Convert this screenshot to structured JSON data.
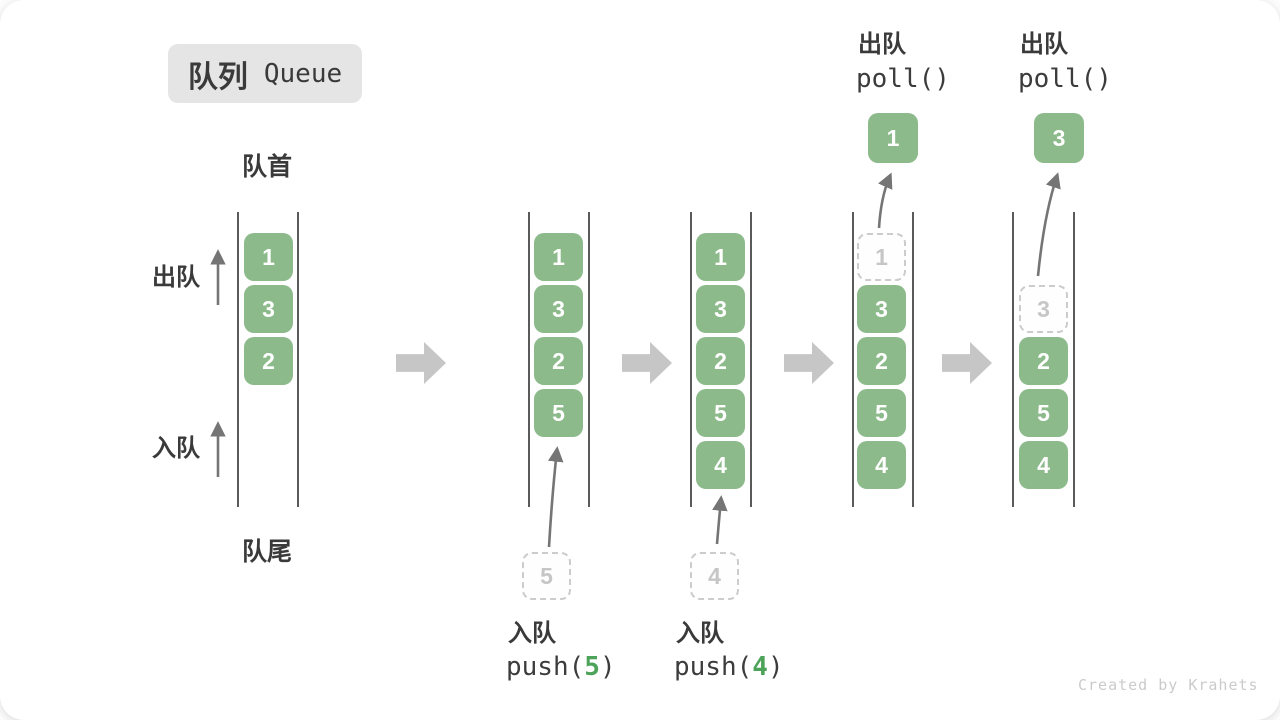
{
  "title": {
    "zh": "队列",
    "en": "Queue"
  },
  "labels": {
    "front": "队首",
    "rear": "队尾",
    "dequeue": "出队",
    "enqueue": "入队"
  },
  "watermark": "Created by Krahets",
  "colors": {
    "cell_green": "#8CBA8B",
    "code_arg_green": "#4EA35A",
    "block_arrow_gray": "#C6C6C6",
    "channel_line": "#5A5A5A",
    "thin_arrow": "#757575",
    "ghost_text": "#C6C6C6",
    "text_dark": "#3C3C3C",
    "badge_bg": "#E5E5E5",
    "watermark_gray": "#CBCBCB"
  },
  "states": [
    {
      "cells": [
        "1",
        "3",
        "2"
      ]
    },
    {
      "cells": [
        "1",
        "3",
        "2",
        "5"
      ],
      "ghost": "5",
      "op": {
        "label": "入队",
        "fn": "push(",
        "arg": "5",
        "close": ")"
      }
    },
    {
      "cells": [
        "1",
        "3",
        "2",
        "5",
        "4"
      ],
      "ghost": "4",
      "op": {
        "label": "入队",
        "fn": "push(",
        "arg": "4",
        "close": ")"
      }
    },
    {
      "cells": [
        "3",
        "2",
        "5",
        "4"
      ],
      "ghost": "1",
      "result": "1",
      "op": {
        "label": "出队",
        "fn": "poll()"
      }
    },
    {
      "cells": [
        "2",
        "5",
        "4"
      ],
      "ghost": "3",
      "result": "3",
      "op": {
        "label": "出队",
        "fn": "poll()"
      }
    }
  ]
}
